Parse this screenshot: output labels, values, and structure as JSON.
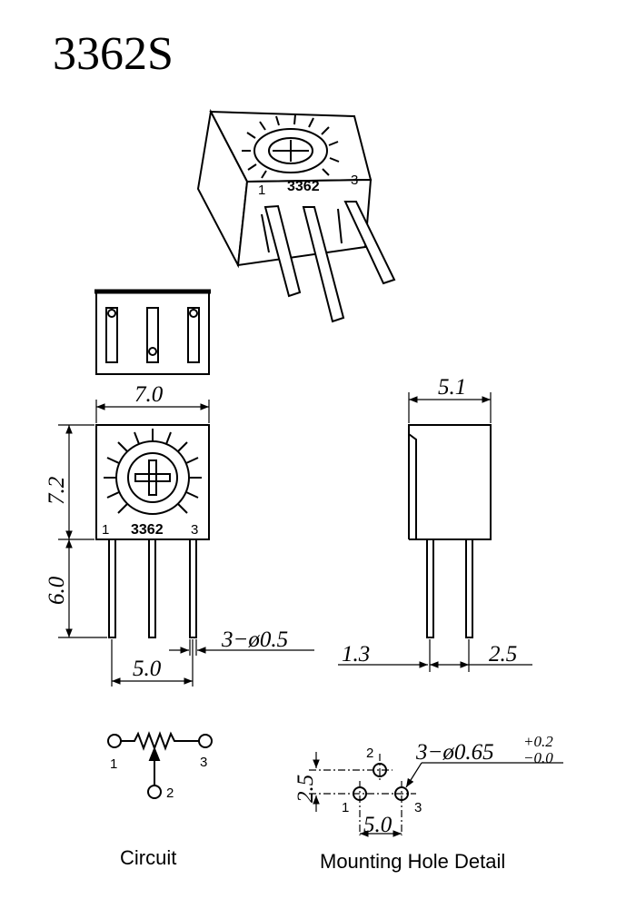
{
  "title": "3362S",
  "iso_view": {
    "marking": "3362",
    "pin_left": "1",
    "pin_right": "3"
  },
  "front_view": {
    "width": "7.0",
    "height": "7.2",
    "lead_length": "6.0",
    "lead_pitch": "5.0",
    "lead_diameter": "3−ø0.5",
    "marking": "3362",
    "pin_left": "1",
    "pin_right": "3"
  },
  "side_view": {
    "depth": "5.1",
    "lead_offset": "1.3",
    "lead_spacing": "2.5"
  },
  "circuit": {
    "caption": "Circuit",
    "pin1": "1",
    "pin2": "2",
    "pin3": "3"
  },
  "mounting": {
    "caption": "Mounting Hole Detail",
    "hole_spec": "3−ø0.65",
    "tol_plus": "+0.2",
    "tol_minus": "−0.0",
    "vertical_spacing": "2.5",
    "horizontal_spacing": "5.0",
    "pin1": "1",
    "pin2": "2",
    "pin3": "3"
  },
  "colors": {
    "ink": "#000000",
    "paper": "#ffffff"
  }
}
